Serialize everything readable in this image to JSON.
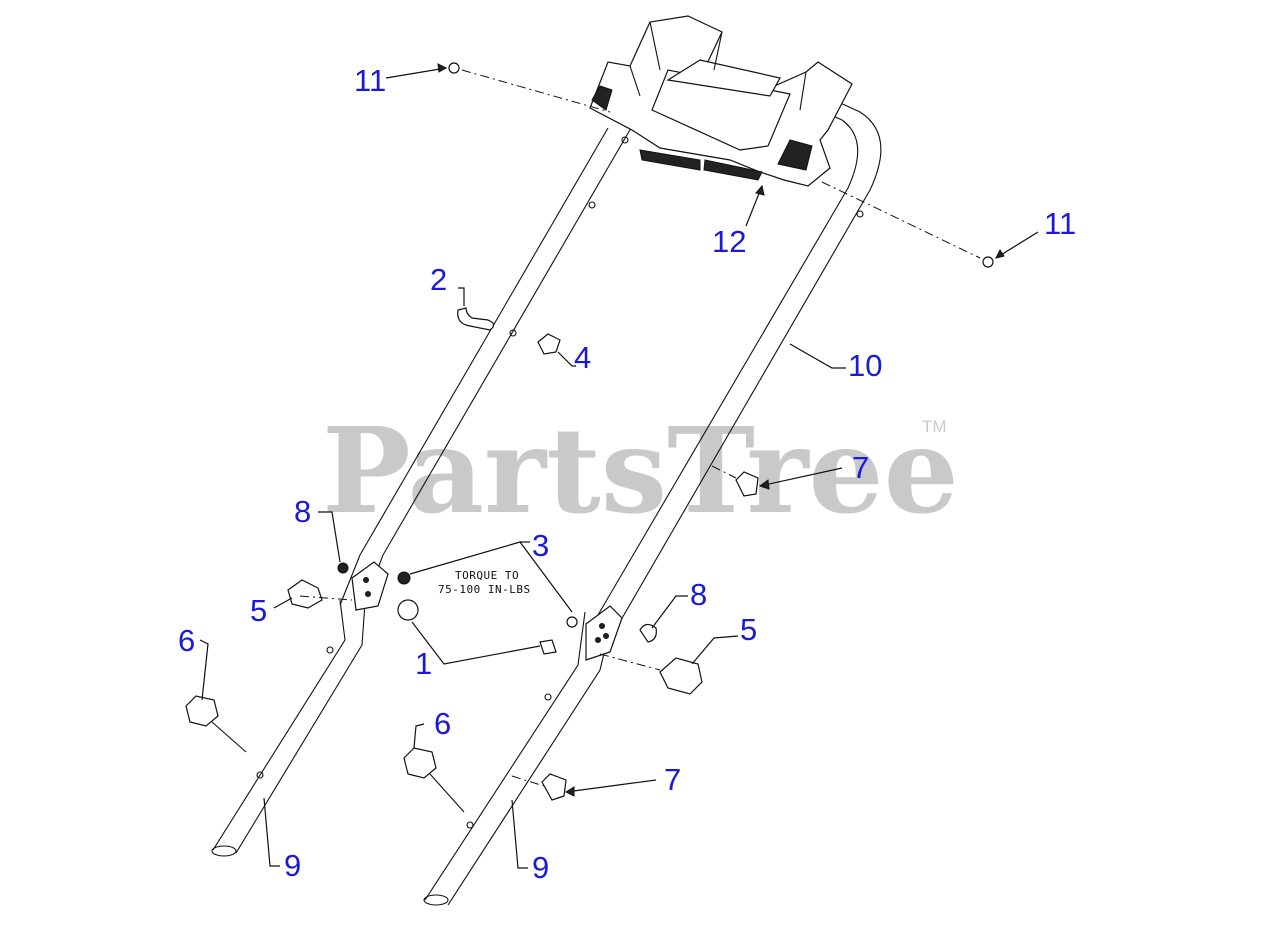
{
  "watermark": {
    "text": "PartsTree",
    "tm": "TM"
  },
  "torque_note": {
    "line1": "TORQUE TO",
    "line2": "75-100 IN-LBS"
  },
  "callouts": {
    "c1": "1",
    "c2": "2",
    "c3": "3",
    "c4": "4",
    "c5a": "5",
    "c5b": "5",
    "c6a": "6",
    "c6b": "6",
    "c7a": "7",
    "c7b": "7",
    "c8a": "8",
    "c8b": "8",
    "c9a": "9",
    "c9b": "9",
    "c10": "10",
    "c11a": "11",
    "c11b": "11",
    "c12": "12"
  },
  "colors": {
    "callout": "#1a1ad6",
    "watermark": "#c9c9c9",
    "line": "#111111"
  }
}
